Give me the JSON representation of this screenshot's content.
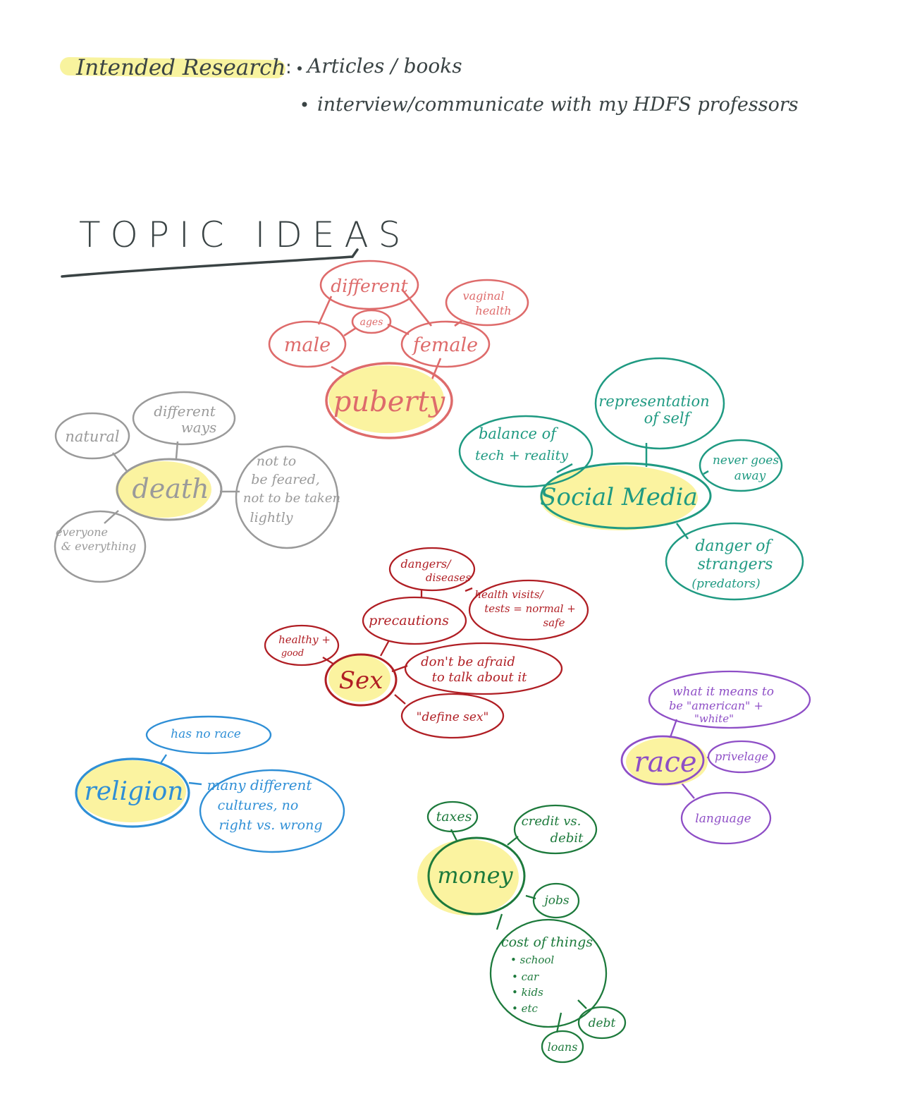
{
  "header": {
    "label": "Intended Research",
    "bullet1": "Articles / books",
    "bullet2": "interview/communicate with my HDFS professors"
  },
  "title": "TOPIC IDEAS",
  "colors": {
    "puberty": "#de6b6b",
    "death": "#9a9a9a",
    "social": "#1f9a82",
    "sex": "#b01e24",
    "race": "#8e4ec6",
    "religion": "#2f8fd6",
    "money": "#1d7a3c",
    "highlight": "#fbf3a0",
    "ink": "#3a4344"
  },
  "clusters": {
    "puberty": {
      "center": "puberty",
      "nodes": {
        "different": "different",
        "ages": "ages",
        "male": "male",
        "female": "female",
        "vaginal": [
          "vaginal",
          "health"
        ]
      }
    },
    "death": {
      "center": "death",
      "nodes": {
        "natural": "natural",
        "ways": [
          "different",
          "ways"
        ],
        "feared": [
          "not to",
          "be feared,",
          "not to be taken",
          "lightly"
        ],
        "everyone": [
          "everyone",
          "& everything"
        ]
      }
    },
    "social": {
      "center": "Social Media",
      "nodes": {
        "representation": [
          "representation",
          "of self"
        ],
        "balance": [
          "balance of",
          "tech + reality"
        ],
        "never": [
          "never goes",
          "away"
        ],
        "danger": [
          "danger of",
          "strangers",
          "(predators)"
        ]
      }
    },
    "sex": {
      "center": "Sex",
      "nodes": {
        "dangers": [
          "dangers/",
          "diseases"
        ],
        "health": [
          "health visits/",
          "tests = normal +",
          "safe"
        ],
        "precautions": "precautions",
        "healthy": [
          "healthy +",
          "good"
        ],
        "afraid": [
          "don't be afraid",
          "to talk about it"
        ],
        "define": "\"define sex\""
      }
    },
    "race": {
      "center": "race",
      "nodes": {
        "american": [
          "what it means to",
          "be \"american\" +",
          "\"white\""
        ],
        "privelage": "privelage",
        "language": "language"
      }
    },
    "religion": {
      "center": "religion",
      "nodes": {
        "norace": "has no race",
        "cultures": [
          "many different",
          "cultures, no",
          "right vs. wrong"
        ]
      }
    },
    "money": {
      "center": "money",
      "nodes": {
        "taxes": "taxes",
        "credit": [
          "credit vs.",
          "debit"
        ],
        "jobs": "jobs",
        "cost": "cost of things",
        "cost_items": [
          "• school",
          "• car",
          "• kids",
          "• etc"
        ],
        "debt": "debt",
        "loans": "loans"
      }
    }
  }
}
